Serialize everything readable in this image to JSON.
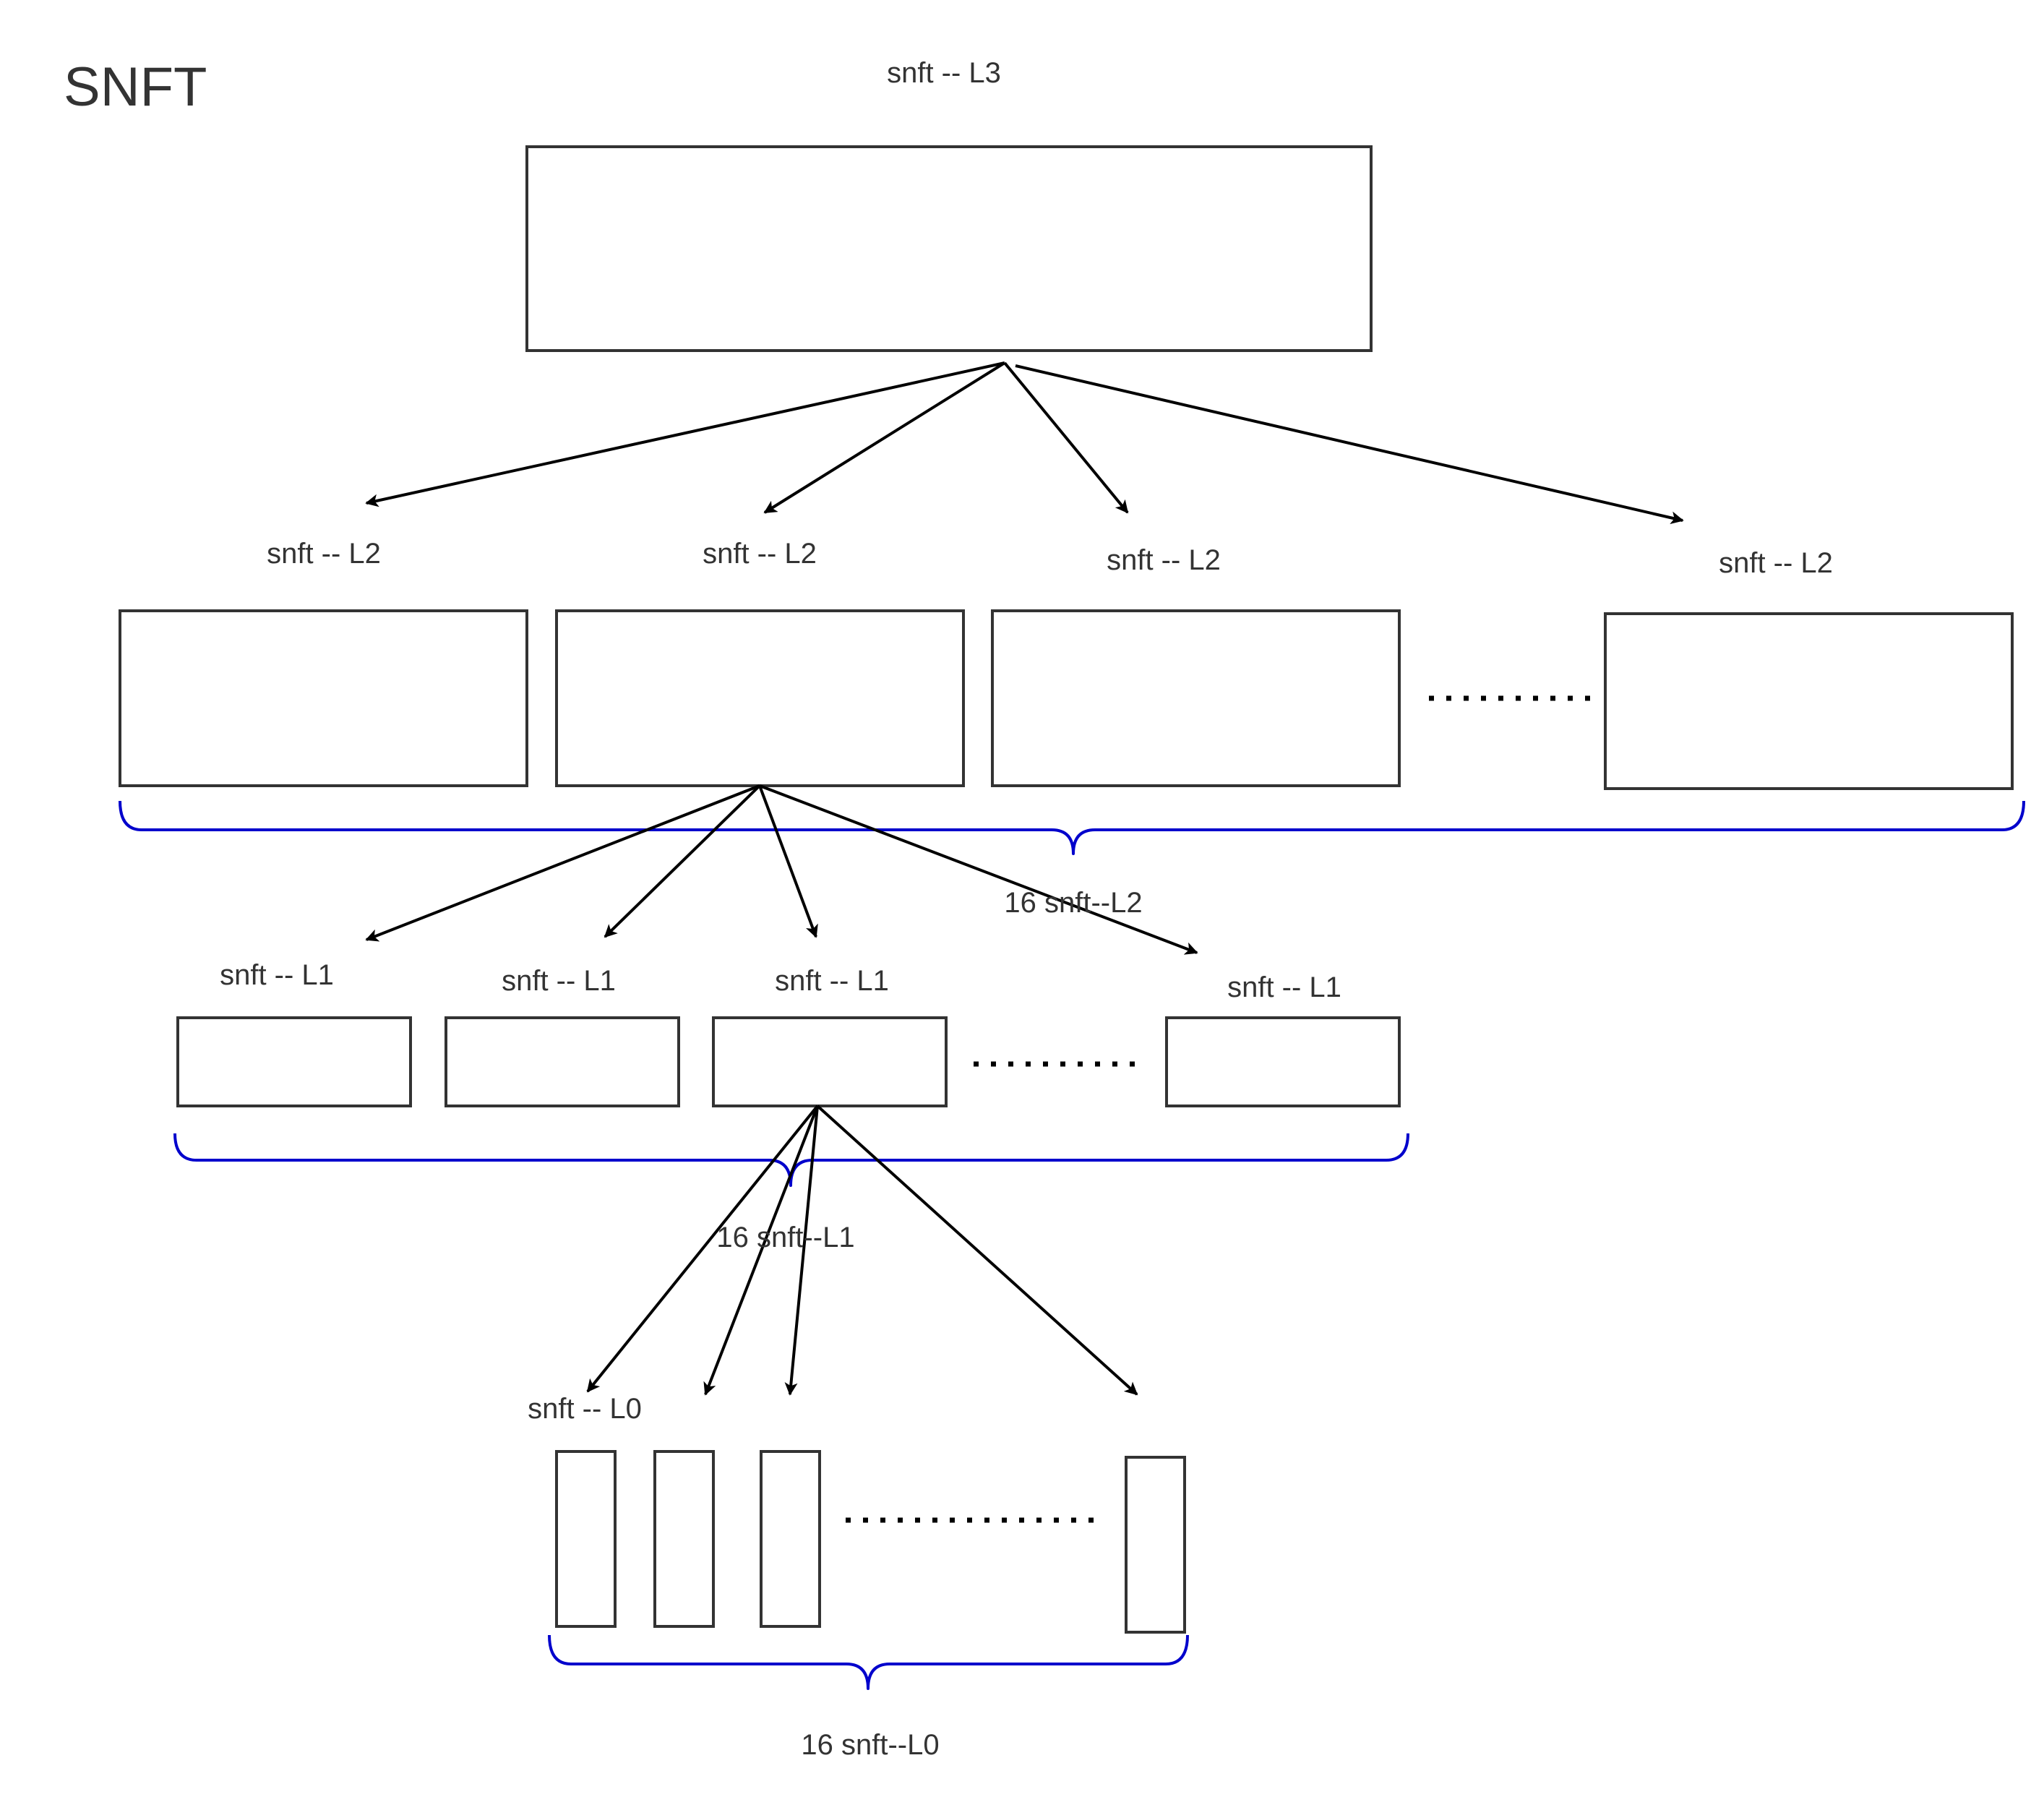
{
  "title": "SNFT",
  "colors": {
    "box_stroke": "#333333",
    "arrow": "#000000",
    "brace": "#0000cc",
    "background": "#ffffff"
  },
  "levels": {
    "l3": {
      "label": "snft -- L3"
    },
    "l2": {
      "labels": [
        "snft -- L2",
        "snft -- L2",
        "snft -- L2",
        "snft -- L2"
      ],
      "group_label": "16 snft--L2"
    },
    "l1": {
      "labels": [
        "snft -- L1",
        "snft -- L1",
        "snft -- L1",
        "snft -- L1"
      ],
      "group_label": "16 snft--L1"
    },
    "l0": {
      "label": "snft -- L0",
      "group_label": "16 snft--L0"
    }
  }
}
